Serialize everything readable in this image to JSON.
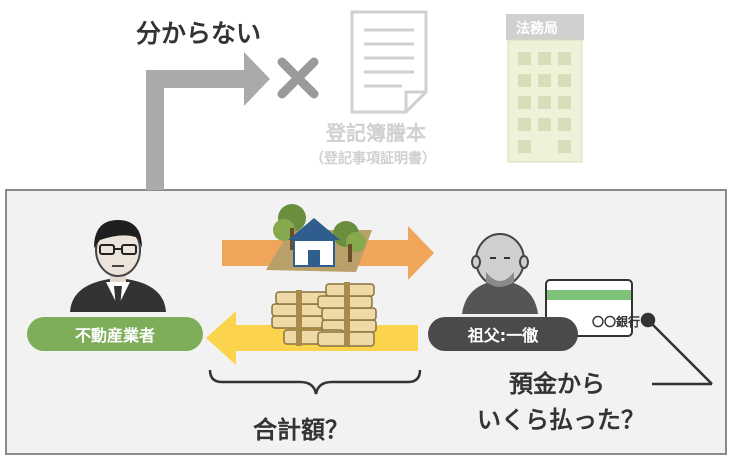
{
  "unknown_label": "分からない",
  "registry": {
    "title": "登記簿謄本",
    "subtitle": "（登記事項証明書）"
  },
  "legal_office": "法務局",
  "real_estate_dealer": "不動産業者",
  "grandfather": "祖父:一徹",
  "bank_book": "〇〇銀行",
  "total_amount_question": "合計額？",
  "payment_question": {
    "line1": "預金から",
    "line2": "いくら払った？"
  },
  "colors": {
    "property_arrow": "#f0a65a",
    "money_arrow": "#fbd34c",
    "dealer": "#7fae5b",
    "grandfather": "#4a4a4a",
    "faded": "#d0d0d0",
    "panel": "#f2f2f2"
  }
}
